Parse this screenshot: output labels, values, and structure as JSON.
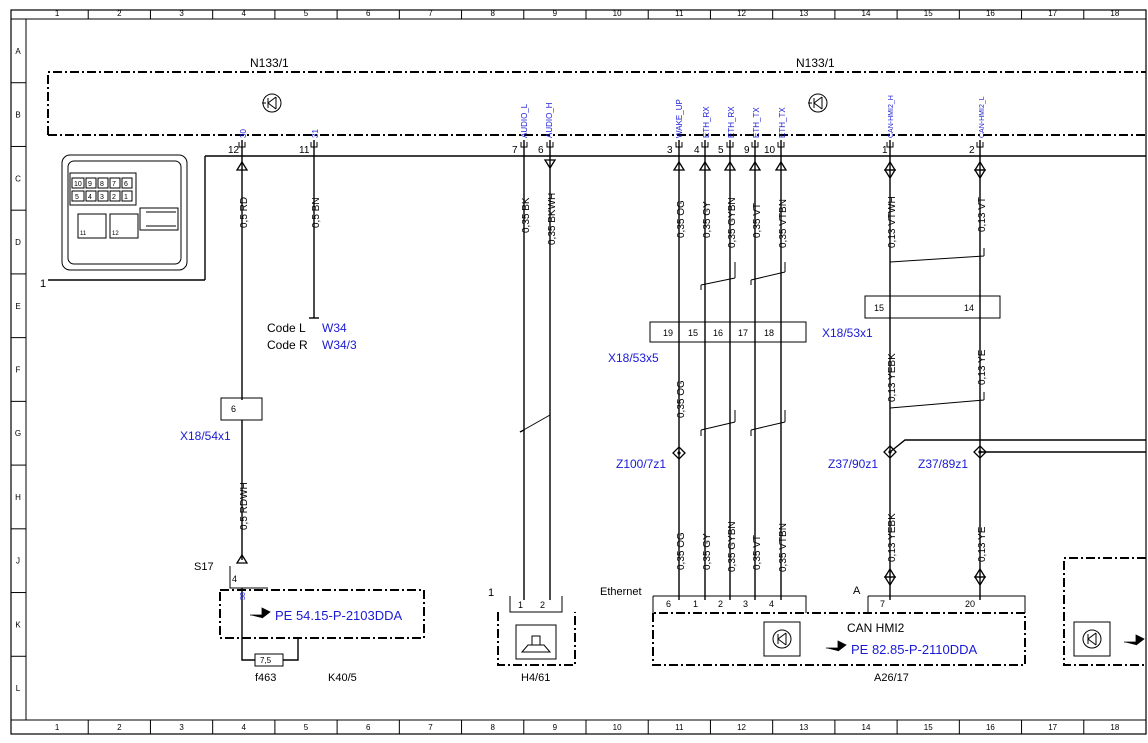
{
  "grid": {
    "columns": [
      "1",
      "2",
      "3",
      "4",
      "5",
      "6",
      "7",
      "8",
      "9",
      "10",
      "11",
      "12",
      "13",
      "14",
      "15",
      "16",
      "17",
      "18"
    ],
    "rows": [
      "A",
      "B",
      "C",
      "D",
      "E",
      "F",
      "G",
      "H",
      "J",
      "K",
      "L"
    ]
  },
  "modules": {
    "n133_left": "N133/1",
    "n133_right": "N133/1"
  },
  "connector_label": "1",
  "pins": {
    "p12": "12",
    "p11": "11",
    "p7": "7",
    "p6": "6",
    "p3": "3",
    "p4": "4",
    "p5": "5",
    "p9": "9",
    "p10": "10",
    "p1": "1",
    "p2": "2"
  },
  "signals": {
    "s30": "30",
    "s31": "31",
    "audio_l": "AUDIO_L",
    "audio_h": "AUDIO_H",
    "wake_up": "WAKE_UP",
    "eth_rx1": "ETH_RX",
    "eth_rx2": "ETH_RX",
    "eth_tx1": "ETH_TX",
    "eth_tx2": "ETH_TX",
    "can_h": "CAN-HMI2_H",
    "can_l": "CAN-HMI2_L"
  },
  "wires": {
    "w_rd": "0,5 RD",
    "w_bn": "0,5 BN",
    "w_bk": "0,35 BK",
    "w_bkwh": "0,35 BKWH",
    "w_og": "0,35 OG",
    "w_gy": "0,35 GY",
    "w_gybn": "0,35 GYBN",
    "w_vt": "0,35 VT",
    "w_vtbn": "0,35 VTBN",
    "w_vtwh": "0,13 VTWH",
    "w_vt13": "0,13 VT",
    "w_og2": "0,35 OG",
    "w_yebk": "0,13 YEBK",
    "w_ye": "0,13 YE",
    "w_rdwh": "0,5 RDWH",
    "w_og3": "0,35 OG",
    "w_gy3": "0,35 GY",
    "w_gybn3": "0,35 GYBN",
    "w_vt3": "0,35 VT",
    "w_vtbn3": "0,35 VTBN",
    "w_yebk3": "0,13 YEBK",
    "w_ye3": "0,13 YE"
  },
  "codes": {
    "l_label": "Code L",
    "l_value": "W34",
    "r_label": "Code R",
    "r_value": "W34/3"
  },
  "connectors": {
    "x18_53x5": "X18/53x5",
    "x18_53x1": "X18/53x1",
    "x18_54x1": "X18/54x1",
    "z100": "Z100/7z1",
    "z37_90": "Z37/90z1",
    "z37_89": "Z37/89z1"
  },
  "x53x5_pins": [
    "19",
    "15",
    "16",
    "17",
    "18"
  ],
  "x53x1_pins": [
    "15",
    "14"
  ],
  "x54x1_pin": "6",
  "bottom": {
    "s17": "S17",
    "s17_pin": "4",
    "s17_sig": "30",
    "pe_k40": "PE 54.15-P-2103DDA",
    "fuse_val": "7,5",
    "fuse": "f463",
    "k40": "K40/5",
    "h4_conn": "1",
    "h4_pins": [
      "1",
      "2"
    ],
    "h4": "H4/61",
    "ethernet": "Ethernet",
    "a26_pins": [
      "6",
      "1",
      "2",
      "3",
      "4"
    ],
    "a_label": "A",
    "can_pins": [
      "7",
      "20"
    ],
    "can_hmi2": "CAN HMI2",
    "pe_a26": "PE 82.85-P-2110DDA",
    "a26": "A26/17"
  },
  "housing_pins": [
    "10",
    "9",
    "8",
    "7",
    "6",
    "5",
    "4",
    "3",
    "2",
    "1",
    "11",
    "12"
  ]
}
